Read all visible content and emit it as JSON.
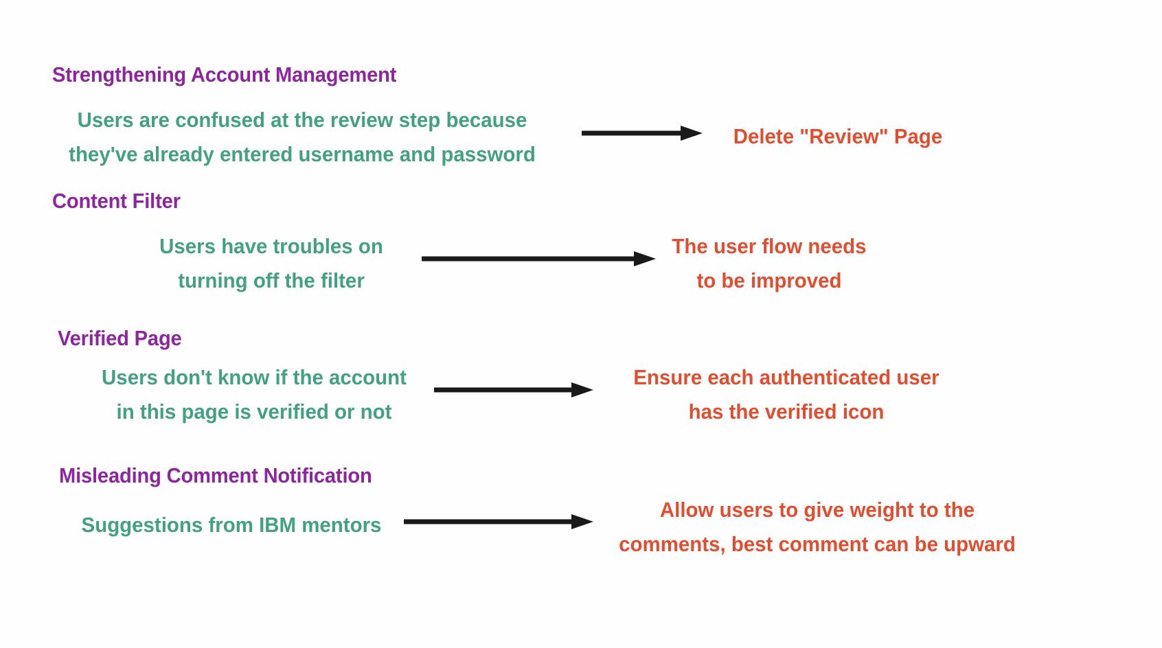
{
  "page": {
    "background_color": "#fefefe",
    "heading_color": "#8c259e",
    "problem_color": "#43a083",
    "solution_color": "#e04e2f",
    "arrow_color": "#1a1a1a"
  },
  "sections": [
    {
      "heading": "Strengthening Account Management",
      "problem_line_1": "Users are confused at the review step because",
      "problem_line_2": "they've already entered username and password",
      "solution_line_1": "Delete \"Review\" Page",
      "solution_line_2": ""
    },
    {
      "heading": "Content Filter",
      "problem_line_1": "Users have troubles on",
      "problem_line_2": "turning off the filter",
      "solution_line_1": "The user flow needs",
      "solution_line_2": "to be improved"
    },
    {
      "heading": "Verified Page",
      "problem_line_1": "Users don't know if the account",
      "problem_line_2": "in this page is verified or not",
      "solution_line_1": "Ensure each authenticated user",
      "solution_line_2": "has the verified icon"
    },
    {
      "heading": "Misleading Comment Notification",
      "problem_line_1": "Suggestions from IBM mentors",
      "problem_line_2": "",
      "solution_line_1": "Allow users to give weight to the",
      "solution_line_2": "comments, best comment can be upward"
    }
  ]
}
